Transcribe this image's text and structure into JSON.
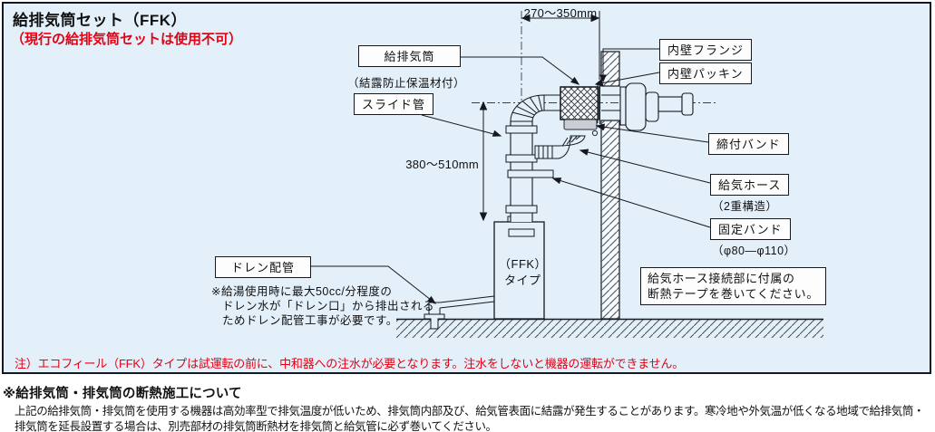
{
  "colors": {
    "panel_bg": "#e3eff9",
    "accent_red": "#e60012",
    "line": "#15181f"
  },
  "header": {
    "title": "給排気筒セット（FFK）",
    "warning": "（現行の給排気筒セットは使用不可）"
  },
  "diagram": {
    "dim_top": "270〜350mm",
    "dim_height": "380〜510mm",
    "flue_label": "給排気筒",
    "flue_sub": "（結露防止保温材付）",
    "slide_pipe_label": "スライド管",
    "inner_wall_flange_label": "内壁フランジ",
    "inner_wall_packing_label": "内壁パッキン",
    "tightening_band_label": "締付バンド",
    "air_hose_label": "給気ホース",
    "air_hose_sub": "（2重構造）",
    "fixing_band_label": "固定バンド",
    "fixing_band_sub": "（φ80—φ110）",
    "drain_label": "ドレン配管",
    "drain_note_line1": "※給湯使用時に最大50cc/分程度の",
    "drain_note_line2": "ドレン水が「ドレン口」から排出される",
    "drain_note_line3": "ためドレン配管工事が必要です。",
    "unit_type_line1": "（FFK）",
    "unit_type_line2": "タイプ",
    "hose_note_line1": "給気ホース接続部に付属の",
    "hose_note_line2": "断熱テープを巻いてください。"
  },
  "panel_note": "注）エコフィール（FFK）タイプは試運転の前に、中和器への注水が必要となります。注水をしないと機器の運転ができません。",
  "footer": {
    "heading": "※給排気筒・排気筒の断熱施工について",
    "body_line1": "上記の給排気筒・排気筒を使用する機器は高効率型で排気温度が低いため、排気筒内部及び、給気管表面に結露が発生することがあります。寒冷地や外気温が低くなる地域で給排気筒・",
    "body_line2": "排気筒を延長設置する場合は、別売部材の排気筒断熱材を排気筒と給気管に必ず巻いてください。"
  }
}
